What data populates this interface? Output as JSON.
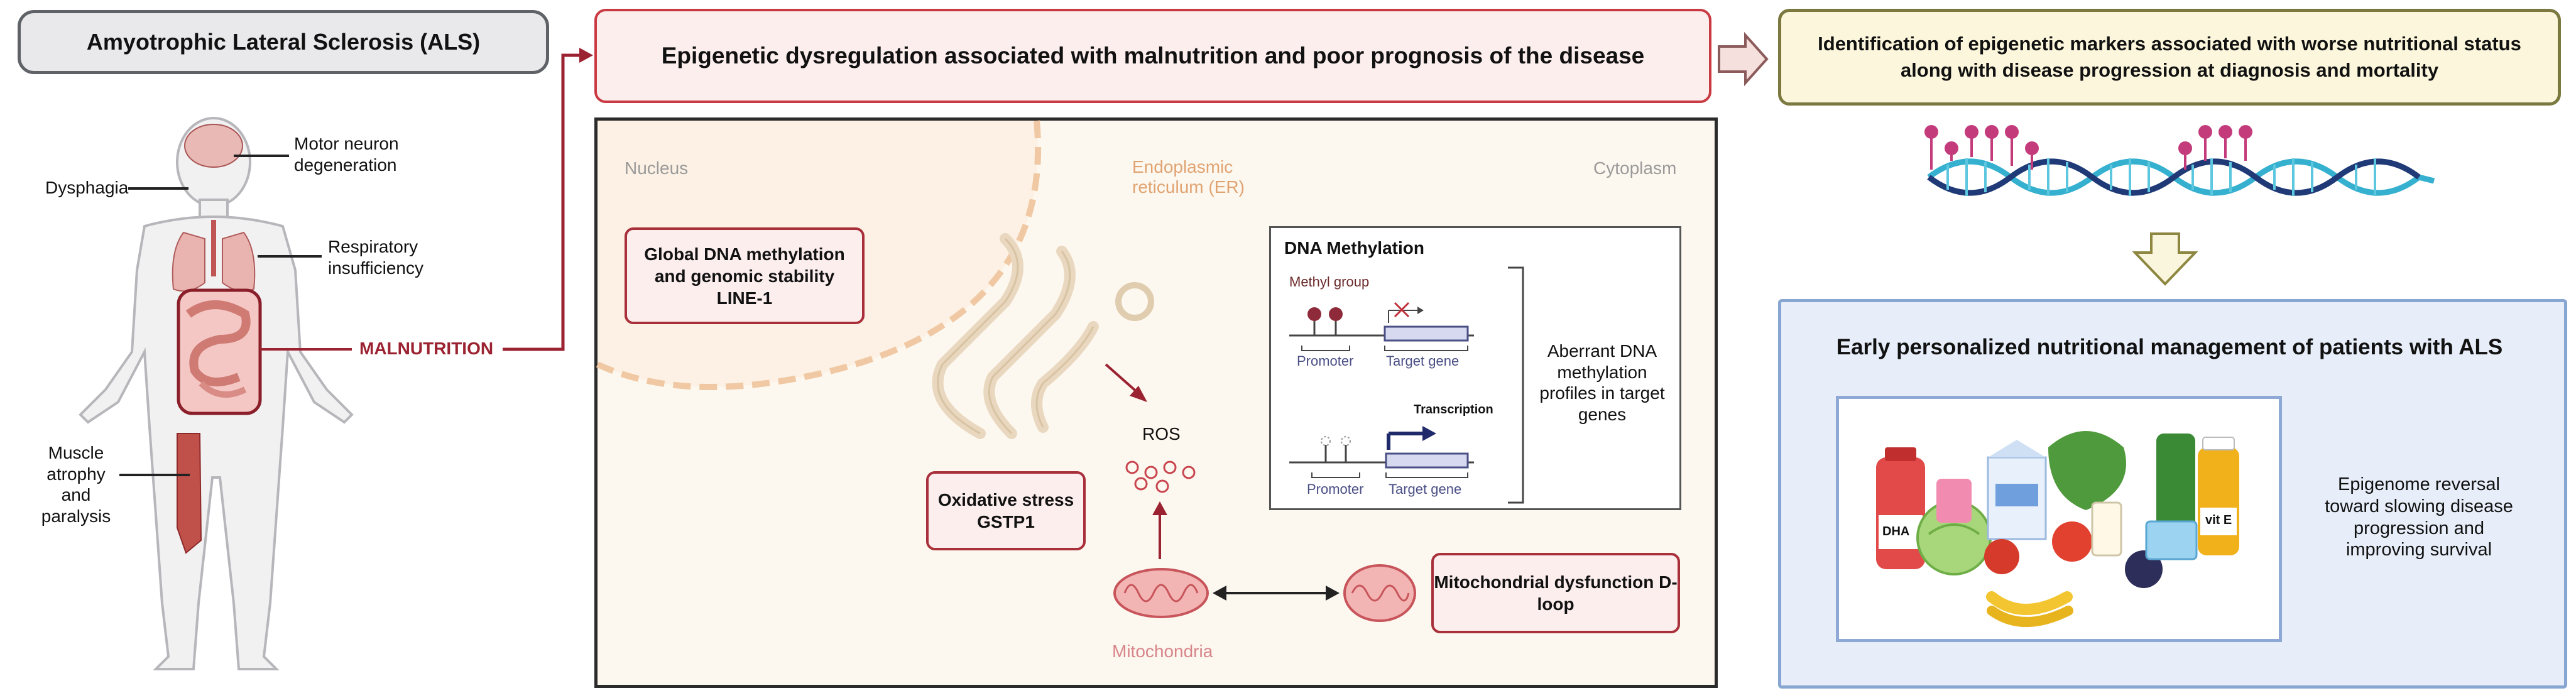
{
  "als_panel": {
    "title": "Amyotrophic Lateral Sclerosis (ALS)",
    "labels": {
      "motor_neuron": "Motor neuron degeneration",
      "dysphagia": "Dysphagia",
      "respiratory": "Respiratory insufficiency",
      "malnutrition": "MALNUTRITION",
      "muscle": "Muscle atrophy and paralysis"
    }
  },
  "center_panel": {
    "title": "Epigenetic dysregulation associated with malnutrition and poor prognosis of the disease",
    "regions": {
      "nucleus": "Nucleus",
      "er": "Endoplasmic reticulum (ER)",
      "cytoplasm": "Cytoplasm"
    },
    "boxes": {
      "global_dna": "Global DNA methylation and genomic stability LINE-1",
      "oxidative": "Oxidative stress GSTP1",
      "mito_dysfunction": "Mitochondrial dysfunction D-loop"
    },
    "ros": "ROS",
    "mitochondria": "Mitochondria",
    "dna_methylation": {
      "title": "DNA Methylation",
      "methyl_group": "Methyl group",
      "promoter": "Promoter",
      "target_gene": "Target gene",
      "transcription": "Transcription",
      "aberrant": "Aberrant DNA methylation profiles in target genes"
    }
  },
  "right_panel": {
    "markers_title": "Identification of epigenetic markers associated with worse nutritional status along with disease progression at diagnosis and mortality",
    "management_title": "Early personalized nutritional management of patients with ALS",
    "dha": "DHA",
    "vit_e": "vit E",
    "reversal": "Epigenome reversal toward slowing disease progression and improving survival"
  },
  "colors": {
    "accent_red": "#a8303a",
    "dark_red": "#9b2230",
    "pink_fill": "#fdeeee",
    "yellow_fill": "#fcf7dc",
    "blue_fill": "#e7eef9",
    "er_orange": "#e8a97a"
  }
}
